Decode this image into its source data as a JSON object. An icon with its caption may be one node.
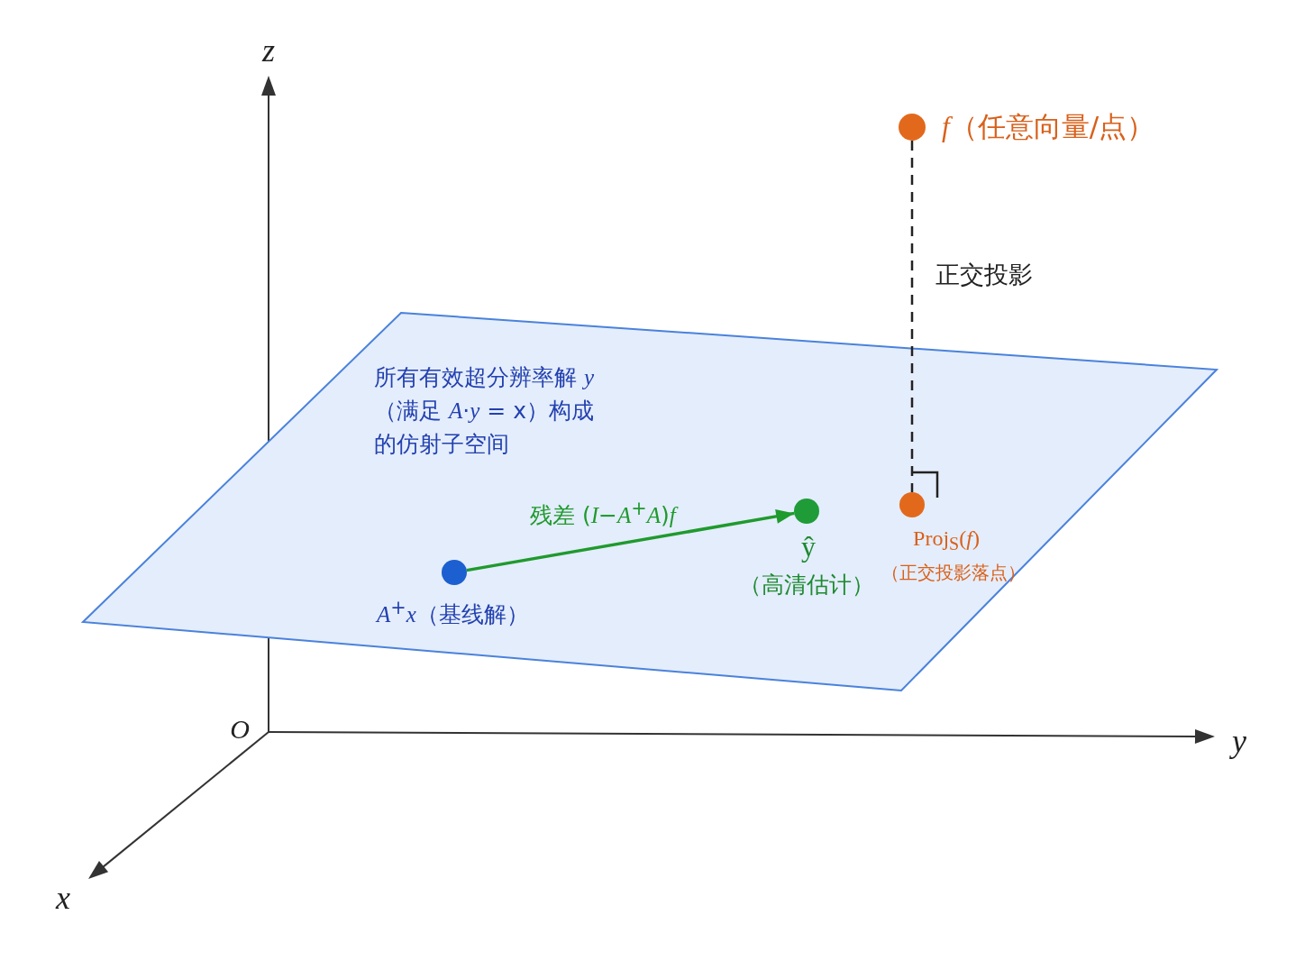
{
  "diagram": {
    "nodes": [
      {
        "text": [],
        "shape": "circle",
        "beside": [
          "*f*（任意向量/点）"
        ]
      },
      {
        "text": [
          "所有有效超分辨率解 *y*（满足 *A*·*y* = x）构成的仿射子空间"
        ]
      },
      {
        "text": [],
        "shape": "circle",
        "in": 1,
        "beside": [
          "*A*$^{+}$*x*（基线解）"
        ]
      },
      {
        "text": [],
        "shape": "circle",
        "in": 1,
        "beside": [
          "ŷ",
          "（高清估计）"
        ]
      },
      {
        "text": [],
        "shape": "circle",
        "in": 1,
        "beside": [
          "Proj$_{S}$(*f*)",
          "（正交投影落点）"
        ]
      }
    ],
    "edges": [
      {
        "from": 2,
        "to": 3,
        "arrow": "to",
        "label": "残差 (*I*−*A*$^{+}$*A*)*f*",
        "color": "#1f9a2e"
      },
      {
        "from": 0,
        "to": 4,
        "arrow": "none",
        "label": "正交投影",
        "style": "dashed",
        "color": "#222222"
      }
    ],
    "labels": [
      "z",
      "O",
      "y",
      "x"
    ]
  }
}
